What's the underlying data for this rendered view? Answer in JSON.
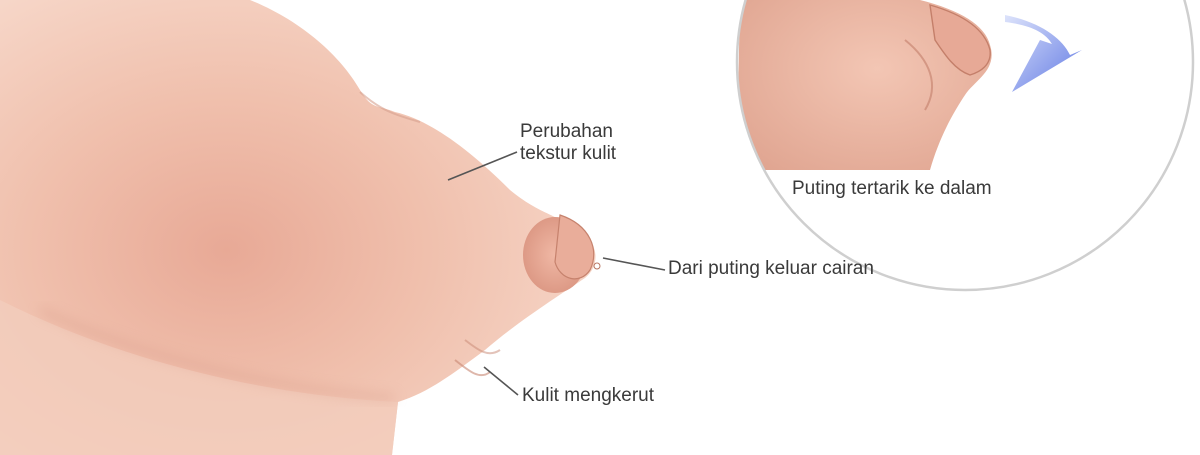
{
  "labels": {
    "skin_texture_line1": "Perubahan",
    "skin_texture_line2": "tekstur kulit",
    "nipple_discharge": "Dari puting keluar cairan",
    "wrinkled_skin": "Kulit mengkerut",
    "inverted_nipple": "Puting tertarik ke dalam"
  },
  "colors": {
    "skin": "#f0c2ae",
    "skin_shadow": "#d99a86",
    "areola": "#e3a08f",
    "arrow": "#6f86e8",
    "leader_line": "#555555",
    "label_text": "#3a3a3a"
  },
  "icons": {
    "inset_arrow": "curved-arrow-icon"
  }
}
